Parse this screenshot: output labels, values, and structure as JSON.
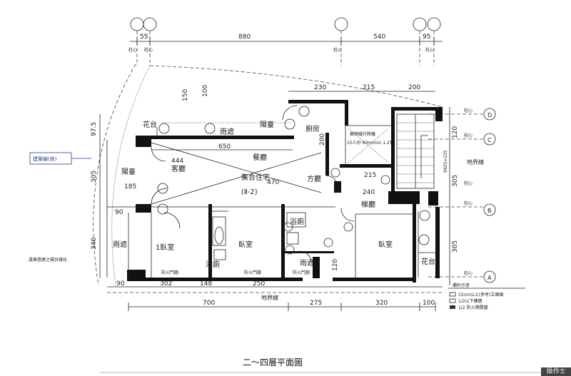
{
  "title": "二〜四層平面圖",
  "corner_label": "操作士",
  "top_dims": [
    "55",
    "880",
    "540",
    "95"
  ],
  "grid_top": [
    "柱心",
    "柱心",
    "柱心",
    "柱心"
  ],
  "grid_right": [
    "柱心",
    "柱心",
    "柱心",
    "柱心",
    "柱心"
  ],
  "axis_labels": [
    "D",
    "C",
    "B",
    "A"
  ],
  "rooms": [
    "客廳",
    "陽臺",
    "雨遮",
    "1臥室",
    "臥室",
    "浴廁",
    "浴廁",
    "餐廳",
    "廚房",
    "陽臺",
    "雨遮",
    "臥室",
    "梯廳",
    "方廳",
    "花台",
    "花台",
    "雨遮"
  ],
  "unit_label": "集合住宅",
  "unit_sub": "(Ⅱ-2)",
  "elevator_label": "無障礙升降機",
  "elevator_sub": "10人份 60m/min 1.2T",
  "left_tag": "建築線(修)",
  "left_note": "違章搭建之陽台綠化",
  "boundary": [
    "地界線",
    "地界線"
  ],
  "bottom_dims": [
    "90",
    "302",
    "148",
    "250",
    "700",
    "275",
    "320",
    "100"
  ],
  "side_dims_left": [
    "97.5",
    "305",
    "340"
  ],
  "side_dims_right": [
    "120",
    "9925=225",
    "305",
    "305"
  ],
  "inner_dims": [
    "230",
    "215",
    "200",
    "150",
    "100",
    "650",
    "444",
    "185",
    "470",
    "215",
    "240",
    "200",
    "120",
    "90"
  ],
  "legend": [
    "欄杆示意",
    "15cm以上(參考)立面線",
    "1/2以下樓層",
    "1/2 防火隔間牆"
  ],
  "labels_misc": [
    "防火門牆",
    "防火門牆",
    "防火門牆"
  ]
}
